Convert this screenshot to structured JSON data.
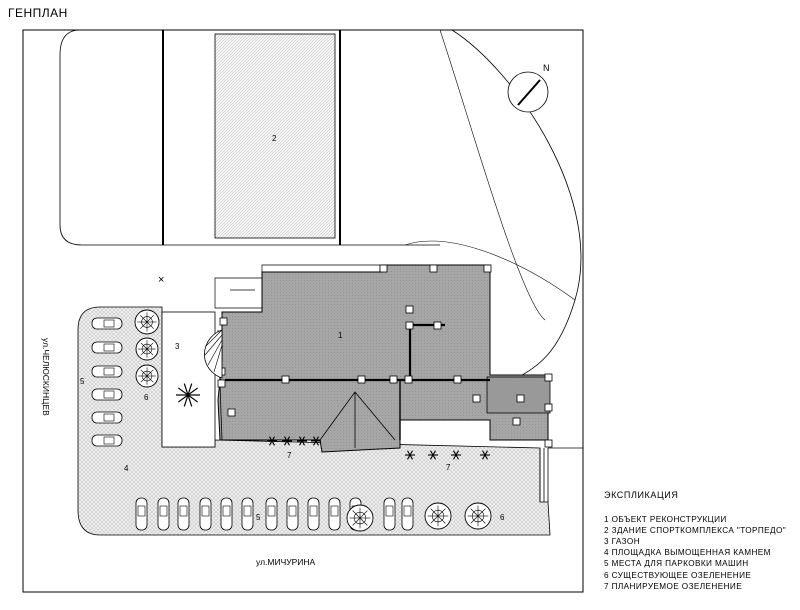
{
  "title": "ГЕНПЛАН",
  "north_label": "N",
  "street_bottom": "ул.МИЧУРИНА",
  "street_left": "ул.ЧЕЛЮСКИНЦЕВ",
  "zone_labels": {
    "reconstruction": "1",
    "sport_building": "2",
    "lawn": "3",
    "paved_area": "4",
    "parking_left": "5",
    "parking_bottom": "5",
    "existing_greenery_left": "6",
    "existing_greenery_bottom": "6",
    "planned_greenery_left": "7",
    "planned_greenery_right": "7"
  },
  "marker_symbol": "×",
  "legend": {
    "title": "ЭКСПЛИКАЦИЯ",
    "items": [
      "1 ОБЪЕКТ РЕКОНСТРУКЦИИ",
      "2 ЗДАНИЕ СПОРТКОМПЛЕКСА \"ТОРПЕДО\"",
      "3 ГАЗОН",
      "4 ПЛОЩАДКА ВЫМОЩЕННАЯ КАМНЕМ",
      "5 МЕСТА ДЛЯ ПАРКОВКИ МАШИН",
      "6 СУЩЕСТВУЮЩЕЕ ОЗЕЛЕНЕНИЕ",
      "7 ПЛАНИРУЕМОЕ ОЗЕЛЕНЕНИЕ"
    ]
  },
  "colors": {
    "line": "#000000",
    "building_fill": "#a9a9a9",
    "paving_fill": "#ececec",
    "background": "#ffffff"
  }
}
